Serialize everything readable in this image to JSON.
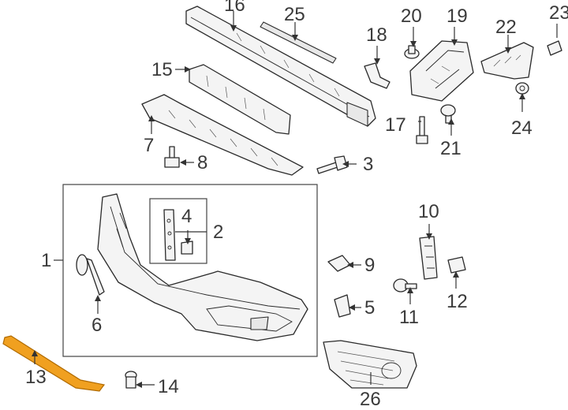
{
  "callouts": {
    "c1": "1",
    "c2": "2",
    "c3": "3",
    "c4": "4",
    "c5": "5",
    "c6": "6",
    "c7": "7",
    "c8": "8",
    "c9": "9",
    "c10": "10",
    "c11": "11",
    "c12": "12",
    "c13": "13",
    "c14": "14",
    "c15": "15",
    "c16": "16",
    "c17": "17",
    "c18": "18",
    "c19": "19",
    "c20": "20",
    "c21": "21",
    "c22": "22",
    "c23": "23",
    "c24": "24",
    "c25": "25",
    "c26": "26"
  },
  "colors": {
    "highlighted_part": "#f0a020",
    "line_art": "#2a2a2a",
    "callout_text": "#3a3a3a"
  },
  "highlighted_part_number": "13"
}
